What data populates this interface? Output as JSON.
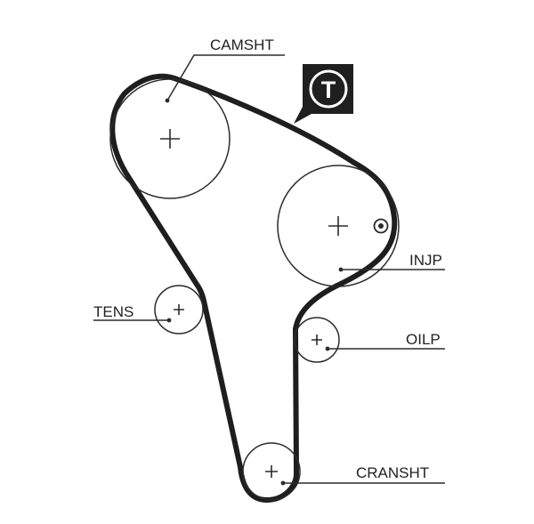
{
  "diagram": {
    "labels": {
      "camshaft": "CAMSHT",
      "injection_pump": "INJP",
      "tensioner": "TENS",
      "oil_pump": "OILP",
      "crankshaft": "CRANSHT"
    },
    "badge": {
      "letter": "T"
    },
    "colors": {
      "belt": "#1e1e1e",
      "pulley": "#2b2b2b",
      "badge": "#1f1f1f",
      "text": "#222222"
    }
  }
}
